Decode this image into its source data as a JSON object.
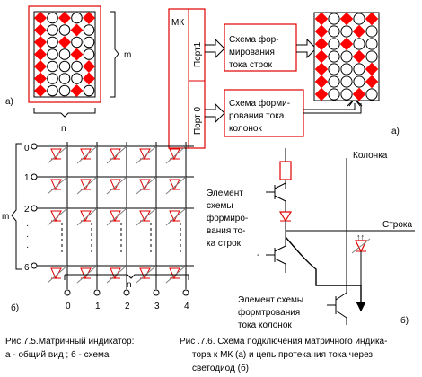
{
  "fig_a_left": {
    "panel_label": "а)",
    "height_label": "m",
    "width_label": "n",
    "grid": [
      [
        1,
        0,
        1,
        0,
        1
      ],
      [
        1,
        0,
        0,
        1,
        0
      ],
      [
        1,
        0,
        1,
        0,
        0
      ],
      [
        1,
        0,
        0,
        1,
        0
      ],
      [
        1,
        0,
        0,
        0,
        1
      ],
      [
        1,
        0,
        0,
        0,
        1
      ],
      [
        1,
        0,
        0,
        1,
        0
      ]
    ]
  },
  "fig_a_right": {
    "mk_label": "МК",
    "port1_label": "Порт1",
    "port0_label": "Порт 0",
    "row_driver_lines": [
      "Схема фор-",
      "мирования",
      "тока строк"
    ],
    "col_driver_lines": [
      "Схема форми-",
      "рования тока",
      "колонок"
    ],
    "panel_label": "а)",
    "grid": [
      [
        1,
        0,
        1,
        0,
        1
      ],
      [
        1,
        0,
        0,
        1,
        0
      ],
      [
        1,
        0,
        1,
        0,
        0
      ],
      [
        1,
        0,
        0,
        1,
        0
      ],
      [
        1,
        0,
        0,
        0,
        1
      ],
      [
        1,
        0,
        0,
        0,
        1
      ],
      [
        1,
        0,
        0,
        1,
        0
      ]
    ]
  },
  "fig_b_left": {
    "panel_label": "б)",
    "row_labels": [
      "0",
      "1",
      "2",
      "·",
      "·",
      "·",
      "6"
    ],
    "m_label": "m",
    "n_label": "n",
    "col_labels": [
      "0",
      "1",
      "2",
      "3",
      "4"
    ]
  },
  "fig_b_right": {
    "column_label": "Колонка",
    "row_label": "Строка",
    "row_element_lines": [
      "Элемент",
      "схемы",
      "формиро-",
      "вания то-",
      "ка строк"
    ],
    "col_element_lines": [
      "Элемент схемы",
      "формтрования",
      "тока колонок"
    ],
    "panel_label": "б)"
  },
  "captions": {
    "left_lines": [
      "Рис.7.5.Матричный индикатор:",
      "а - общий вид ; б - схема"
    ],
    "right_lines": [
      "Рис .7.6. Схема подключения матричного индика-",
      "тора к МК (а) и цепь протекания тока через",
      "светодиод (б)"
    ]
  },
  "colors": {
    "led_on": "#ff0000",
    "frame_red": "#e00000",
    "line": "#000000",
    "wire_gray": "#808080"
  }
}
